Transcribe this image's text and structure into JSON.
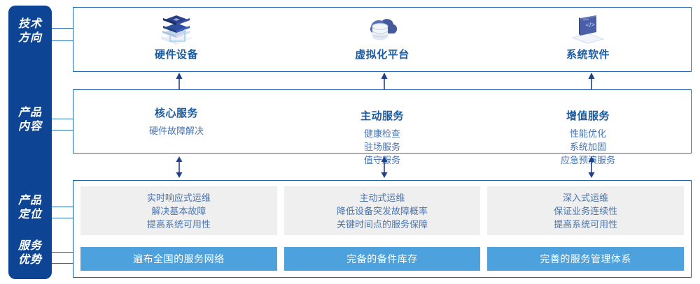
{
  "rail": {
    "items": [
      {
        "name": "technology-direction",
        "lines": [
          "技术",
          "方向"
        ]
      },
      {
        "name": "product-content",
        "lines": [
          "产品",
          "内容"
        ]
      },
      {
        "name": "product-positioning",
        "lines": [
          "产品",
          "定位"
        ]
      },
      {
        "name": "service-advantage",
        "lines": [
          "服务",
          "优势"
        ]
      }
    ]
  },
  "technology": {
    "cells": [
      {
        "icon": "server-stack-icon",
        "label": "硬件设备"
      },
      {
        "icon": "cloud-database-icon",
        "label": "虚拟化平台"
      },
      {
        "icon": "laptop-code-icon",
        "label": "系统软件"
      }
    ]
  },
  "content": {
    "cells": [
      {
        "title": "核心服务",
        "items": [
          "硬件故障解决"
        ]
      },
      {
        "title": "主动服务",
        "items": [
          "健康检查",
          "驻场服务",
          "值守服务"
        ]
      },
      {
        "title": "增值服务",
        "items": [
          "性能优化",
          "系统加固",
          "应急预演服务"
        ]
      }
    ]
  },
  "positioning": {
    "boxes": [
      {
        "lines": [
          "实时响应式运维",
          "解决基本故障",
          "提高系统可用性"
        ]
      },
      {
        "lines": [
          "主动式运维",
          "降低设备突发故障概率",
          "关键时间点的服务保障"
        ]
      },
      {
        "lines": [
          "深入式运维",
          "保证业务连续性",
          "提高系统可用性"
        ]
      }
    ]
  },
  "advantages": {
    "bars": [
      "遍布全国的服务网络",
      "完备的备件库存",
      "完善的服务管理体系"
    ]
  },
  "colors": {
    "rail": "#0d4594",
    "panel_border": "#2a6bb5",
    "title": "#1b5ba0",
    "body_text": "#4a74ae",
    "grey_box": "#efefef",
    "blue_bar": "#4da2dd",
    "arrow": "#1f3f8f"
  }
}
